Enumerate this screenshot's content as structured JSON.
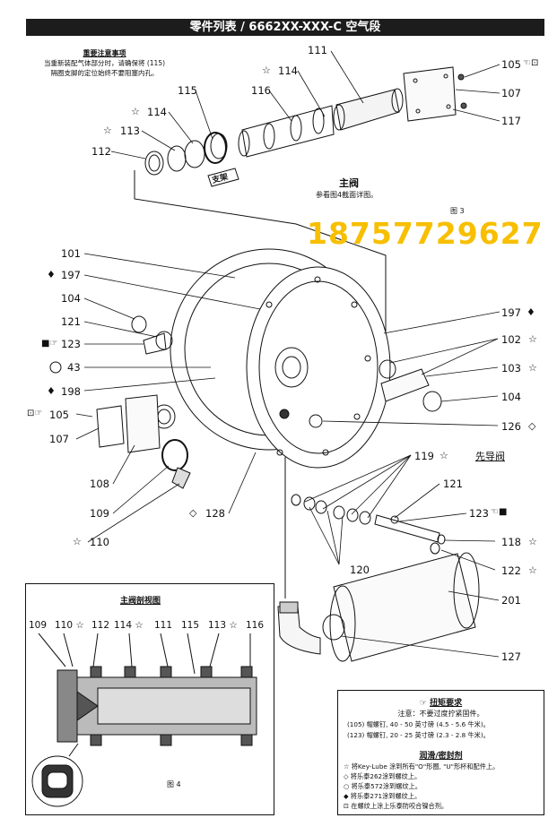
{
  "title": "零件列表 / 6662XX-XXX-C 空气段",
  "notice": {
    "heading": "重要注意事项",
    "lines": [
      "当重新装配气体部分时，请确保将 (115)",
      "隔圈支脚的定位始终不要阻塞内孔。"
    ]
  },
  "labels": {
    "main_valve": "主阀",
    "main_valve_ref": "参看图4截面详图。",
    "fig3": "图 3",
    "pilot_valve": "先导阀",
    "support": "支架",
    "section_title": "主阀剖视图",
    "fig4": "图 4"
  },
  "watermark_phone": "18757729627",
  "callouts": {
    "c111": "111",
    "c105a": "105",
    "c114a": "114",
    "c107a": "107",
    "c116": "116",
    "c115": "115",
    "c117": "117",
    "c114b": "114",
    "c113": "113",
    "c112": "112",
    "c101": "101",
    "c197a": "197",
    "c104a": "104",
    "c197b": "197",
    "c121a": "121",
    "c102": "102",
    "c123a": "123",
    "c103": "103",
    "c43": "43",
    "c104b": "104",
    "c198": "198",
    "c105b": "105",
    "c126": "126",
    "c107b": "107",
    "c119": "119",
    "c108": "108",
    "c121b": "121",
    "c109": "109",
    "c123b": "123",
    "c128": "128",
    "c118": "118",
    "c110": "110",
    "c122": "122",
    "c120": "120",
    "c201": "201",
    "c127": "127"
  },
  "section_callouts": [
    "109",
    "110 ☆",
    "112",
    "114 ☆",
    "111",
    "115",
    "113 ☆",
    "116"
  ],
  "torque": {
    "heading": "扭矩要求",
    "note": "注意：不要过度拧紧固件。",
    "items": [
      "(105) 帽螺钉, 40 - 50 英寸磅 (4.5 - 5.6 牛米)。",
      "(123) 帽螺钉, 20 - 25 英寸磅 (2.3 - 2.8 牛米)。"
    ]
  },
  "lube": {
    "heading": "润滑/密封剂",
    "items": [
      "☆ 将Key-Lube 涂到所有\"O\"形圈, \"U\"形杯和配件上。",
      "◇ 将乐泰262涂到螺纹上。",
      "○ 将乐泰572涂到螺纹上。",
      "◆ 将乐泰271涂到螺纹上。",
      "⊡ 在螺纹上涂上乐泰防咬合镍合剂。"
    ]
  }
}
